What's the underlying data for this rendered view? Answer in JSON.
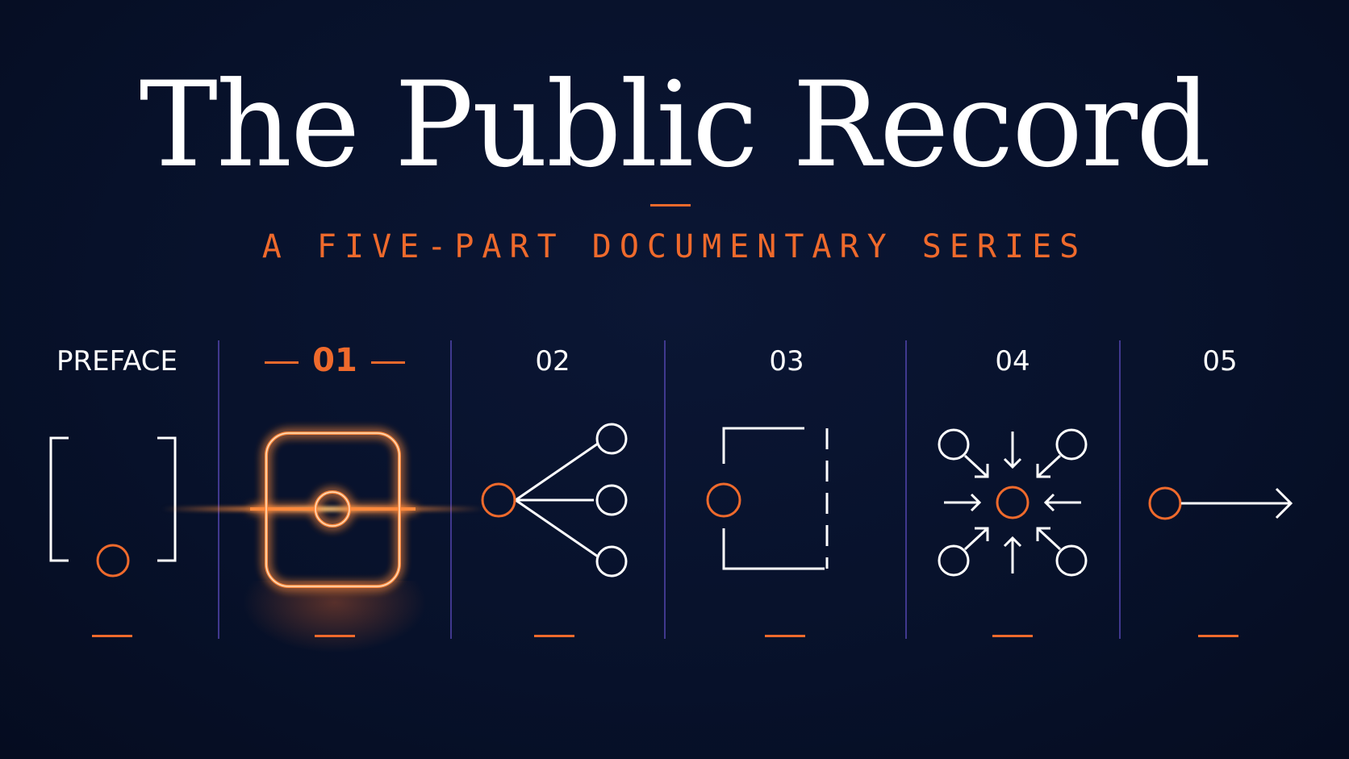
{
  "title": "The Public Record",
  "subtitle": "A FIVE-PART DOCUMENTARY SERIES",
  "colors": {
    "background": "#07112a",
    "accent": "#ef6a2c",
    "divider": "#4a3fa0",
    "text": "#ffffff"
  },
  "episodes": [
    {
      "label": "PREFACE",
      "icon": "bracket-dot-icon",
      "active": false
    },
    {
      "label": "01",
      "icon": "rounded-frame-node-icon",
      "active": true
    },
    {
      "label": "02",
      "icon": "branching-nodes-icon",
      "active": false
    },
    {
      "label": "03",
      "icon": "open-box-node-icon",
      "active": false
    },
    {
      "label": "04",
      "icon": "converging-arrows-icon",
      "active": false
    },
    {
      "label": "05",
      "icon": "node-arrow-icon",
      "active": false
    }
  ]
}
